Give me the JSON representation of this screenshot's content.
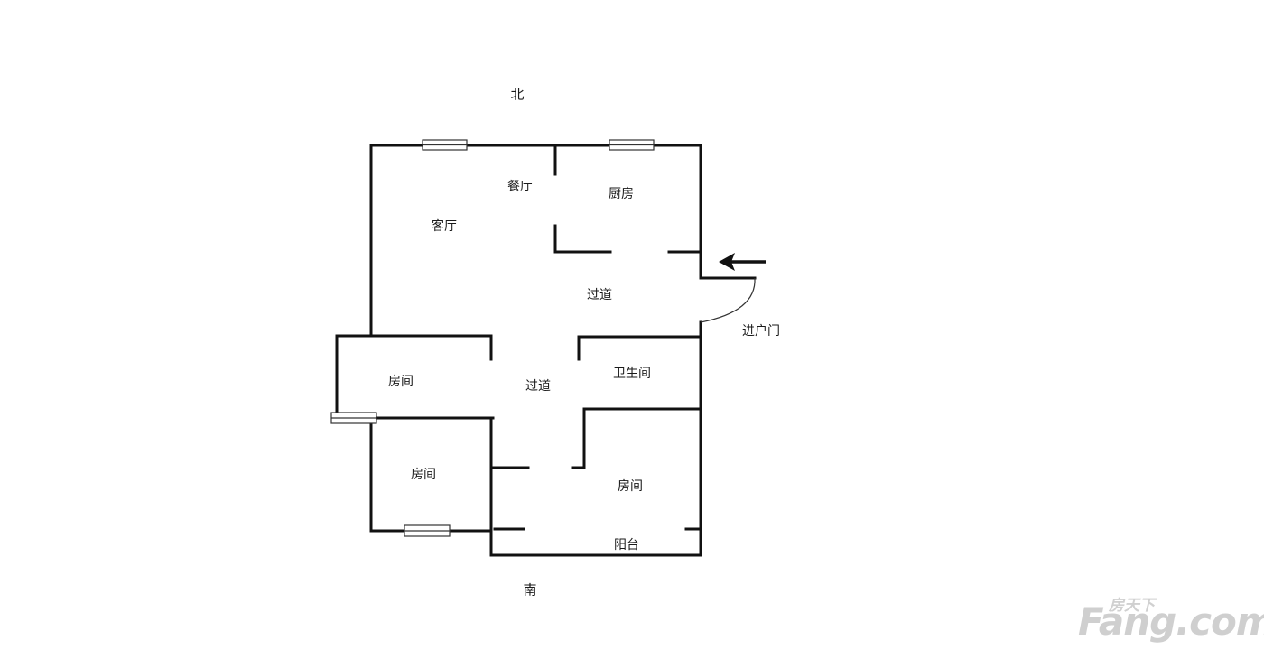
{
  "compass": {
    "north": "北",
    "south": "南"
  },
  "rooms": {
    "living_room": "客厅",
    "dining_room": "餐厅",
    "kitchen": "厨房",
    "hallway_upper": "过道",
    "hallway_lower": "过道",
    "entrance_door": "进户门",
    "bedroom_west": "房间",
    "bedroom_southwest": "房间",
    "bathroom": "卫生间",
    "bedroom_south": "房间",
    "balcony": "阳台"
  },
  "watermark": {
    "small": "房天下",
    "big": "Fang.com"
  },
  "colors": {
    "wall": "#111111",
    "background": "#ffffff",
    "watermark": "#cfcfcf"
  }
}
